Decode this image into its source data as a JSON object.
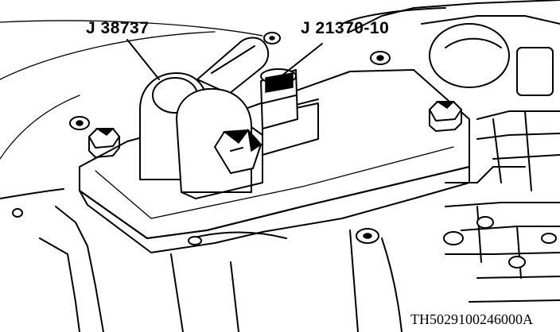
{
  "labels": {
    "tool_left": "J 38737",
    "tool_right": "J 21370-10"
  },
  "figure_code": "TH5029100246000A"
}
